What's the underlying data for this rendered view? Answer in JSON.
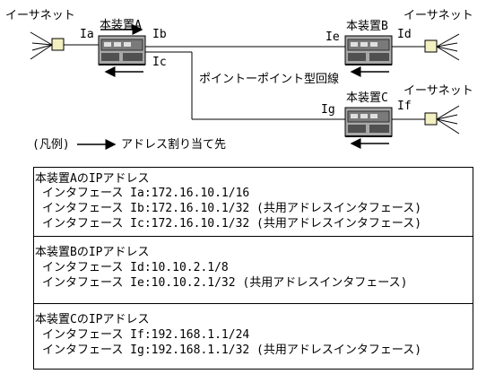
{
  "network": {
    "ethernet_left": "イーサネット",
    "ethernet_right_b": "イーサネット",
    "ethernet_right_c": "イーサネット",
    "device_a": "本装置A",
    "device_b": "本装置B",
    "device_c": "本装置C",
    "if_a": "Ia",
    "if_b": "Ib",
    "if_c": "Ic",
    "if_d": "Id",
    "if_e": "Ie",
    "if_f": "If",
    "if_g": "Ig",
    "p2p_label": "ポイントーポイント型回線"
  },
  "legend": {
    "prefix": "(凡例)",
    "text": "アドレス割り当て先"
  },
  "addresses": {
    "a_title": "本装置AのIPアドレス",
    "a_line1": "インタフェース Ia:172.16.10.1/16",
    "a_line2": "インタフェース Ib:172.16.10.1/32 (共用アドレスインタフェース)",
    "a_line3": "インタフェース Ic:172.16.10.1/32 (共用アドレスインタフェース)",
    "b_title": "本装置BのIPアドレス",
    "b_line1": "インタフェース Id:10.10.2.1/8",
    "b_line2": "インタフェース Ie:10.10.2.1/32 (共用アドレスインタフェース)",
    "c_title": "本装置CのIPアドレス",
    "c_line1": "インタフェース If:192.168.1.1/24",
    "c_line2": "インタフェース Ig:192.168.1.1/32 (共用アドレスインタフェース)"
  },
  "colors": {
    "hub": "#f2f0c0",
    "device_body": "#a8a8a8",
    "device_dark": "#505050"
  }
}
